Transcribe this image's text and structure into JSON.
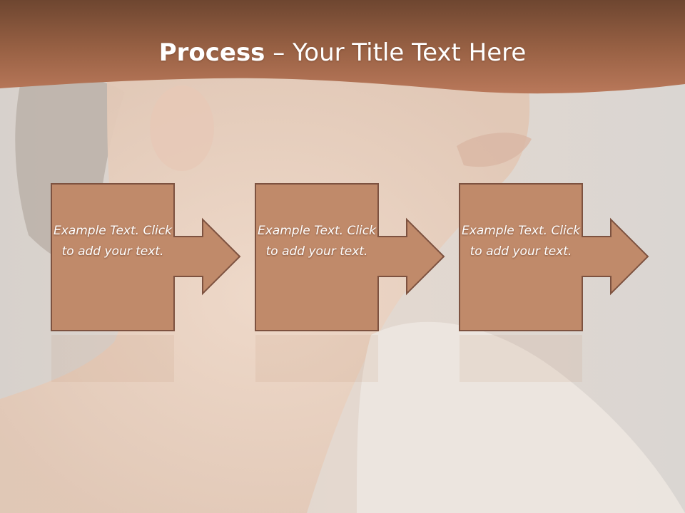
{
  "slide": {
    "title_strong": "Process",
    "title_rest": " – Your Title Text Here"
  },
  "steps": [
    {
      "text": "Example Text. Click  to add your text."
    },
    {
      "text": "Example Text. Click  to add your text."
    },
    {
      "text": "Example Text. Click  to add your text."
    }
  ],
  "colors": {
    "band_dark": "#6e4630",
    "band_light": "#b9785a",
    "box_fill": "#c08a6a",
    "box_stroke": "#7d5240",
    "background": "#dcd7d2"
  }
}
